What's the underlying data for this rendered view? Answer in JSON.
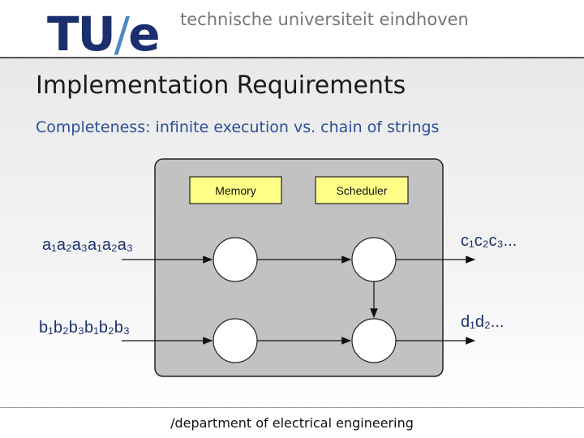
{
  "header": {
    "logo_main": "TU",
    "logo_slash": "/",
    "logo_tail": "e",
    "university": "technische universiteit eindhoven"
  },
  "slide": {
    "title": "Implementation Requirements",
    "subtitle": "Completeness: infinite execution vs. chain of strings"
  },
  "diagram": {
    "memory_label": "Memory",
    "scheduler_label": "Scheduler",
    "input_a": "a₁a₂a₃a₁a₂a₃",
    "input_b": "b₁b₂b₃b₁b₂b₃",
    "output_c": "c₁c₂c₃...",
    "output_d": "d₁d₂..."
  },
  "footer": {
    "text": "/department of electrical engineering"
  },
  "colors": {
    "logo_navy": "#1b2f6e",
    "logo_slash": "#4d87c7",
    "subtitle_blue": "#2b4f9a",
    "box_yellow": "#ffff88",
    "panel_gray": "#c2c2c2"
  }
}
